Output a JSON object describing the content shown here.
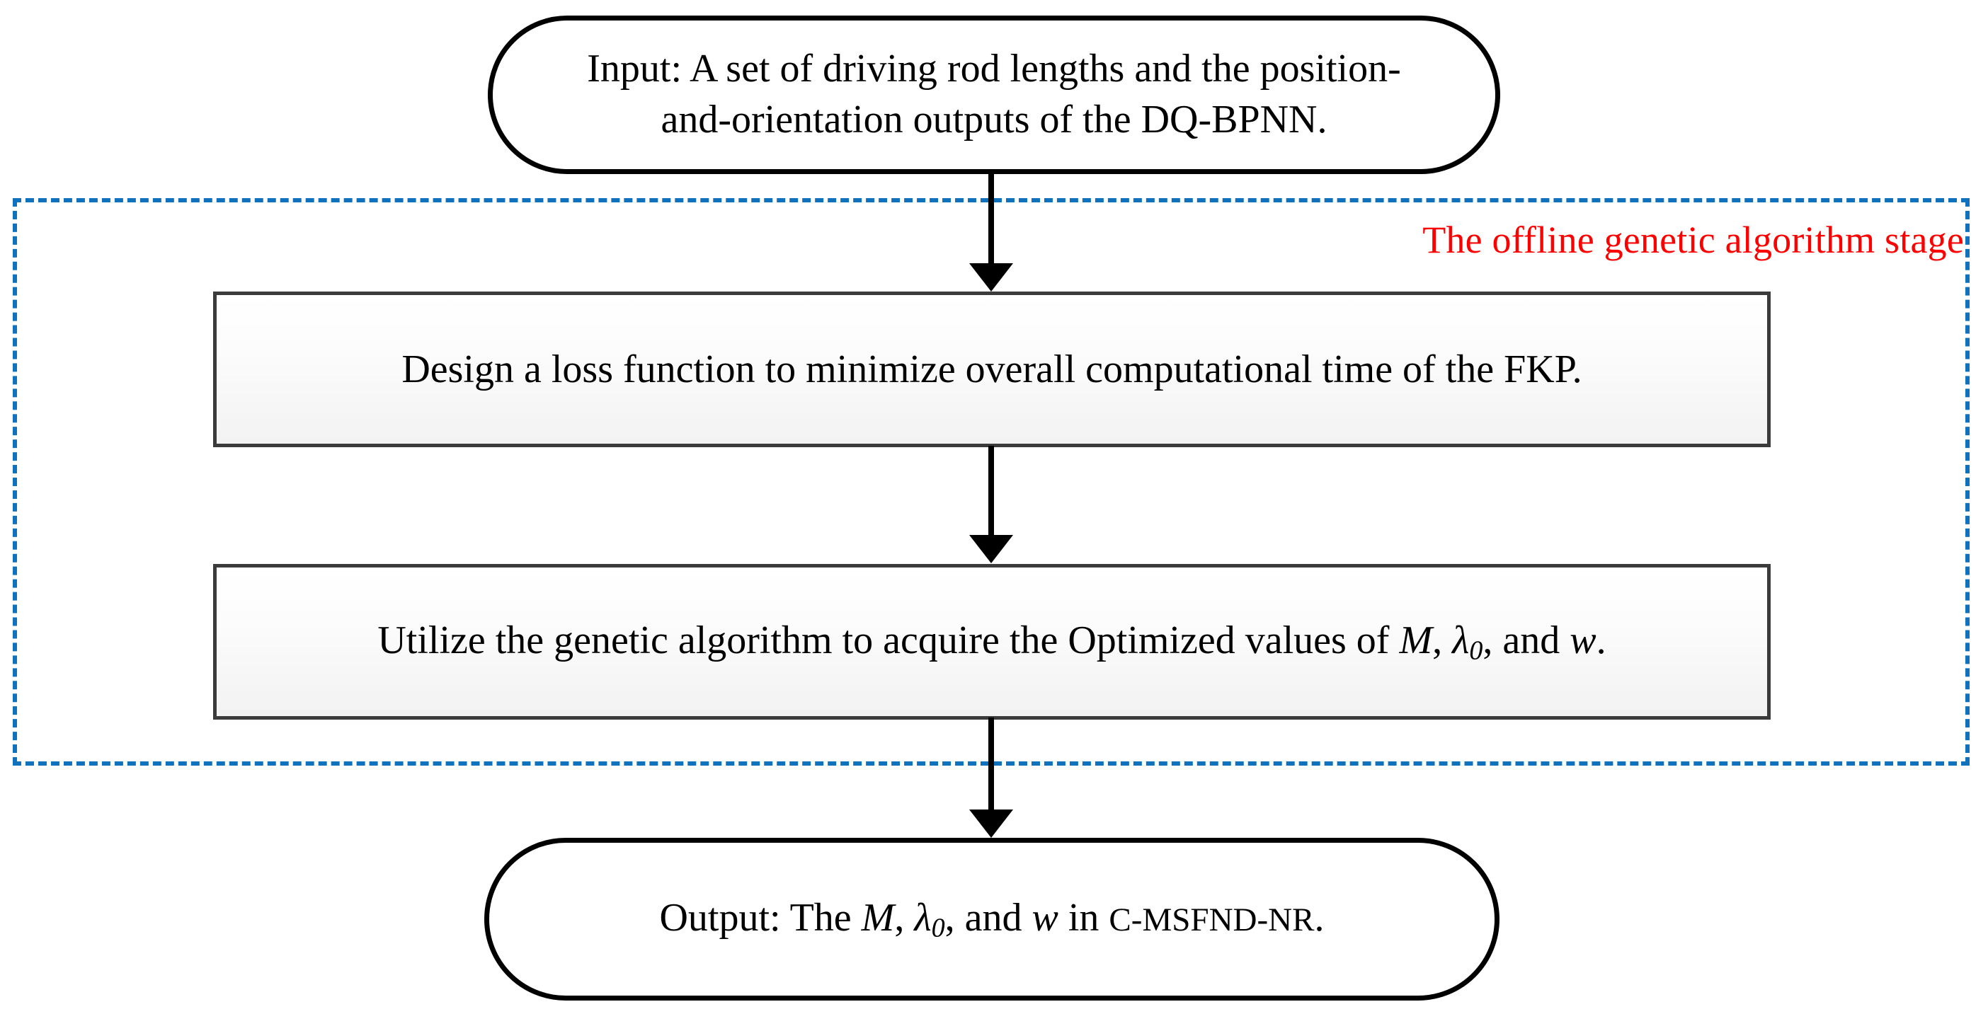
{
  "diagram": {
    "title_label": "The offline genetic algorithm stage",
    "stage_label_color": "#fe0000",
    "dashed_border_color": "#1072bc",
    "process_border_color": "#3b3b3b",
    "node_border_color": "#000000"
  },
  "nodes": {
    "input": {
      "type": "terminator",
      "line1": "Input: A set of driving rod lengths and the position-",
      "line2": "and-orientation outputs of the DQ-BPNN."
    },
    "loss": {
      "type": "process",
      "text": "Design a loss function to minimize overall computational time of the FKP."
    },
    "ga": {
      "type": "process",
      "prefix": "Utilize the genetic algorithm to acquire the Optimized values of ",
      "sym_m": "M",
      "sep1": ", ",
      "sym_lambda": "λ",
      "sym_lambda_sub": "0",
      "sep2": ", and ",
      "sym_w": "w",
      "suffix": "."
    },
    "output": {
      "type": "terminator",
      "prefix": "Output: The ",
      "sym_m": "M",
      "sep1": ", ",
      "sym_lambda": "λ",
      "sym_lambda_sub": "0",
      "sep2": ", and ",
      "sym_w": "w",
      "mid": " in ",
      "acronym": "C-MSFND-NR",
      "suffix": "."
    }
  },
  "edges": {
    "input_to_loss": "arrow-down",
    "loss_to_ga": "arrow-down",
    "ga_to_output": "arrow-down"
  }
}
